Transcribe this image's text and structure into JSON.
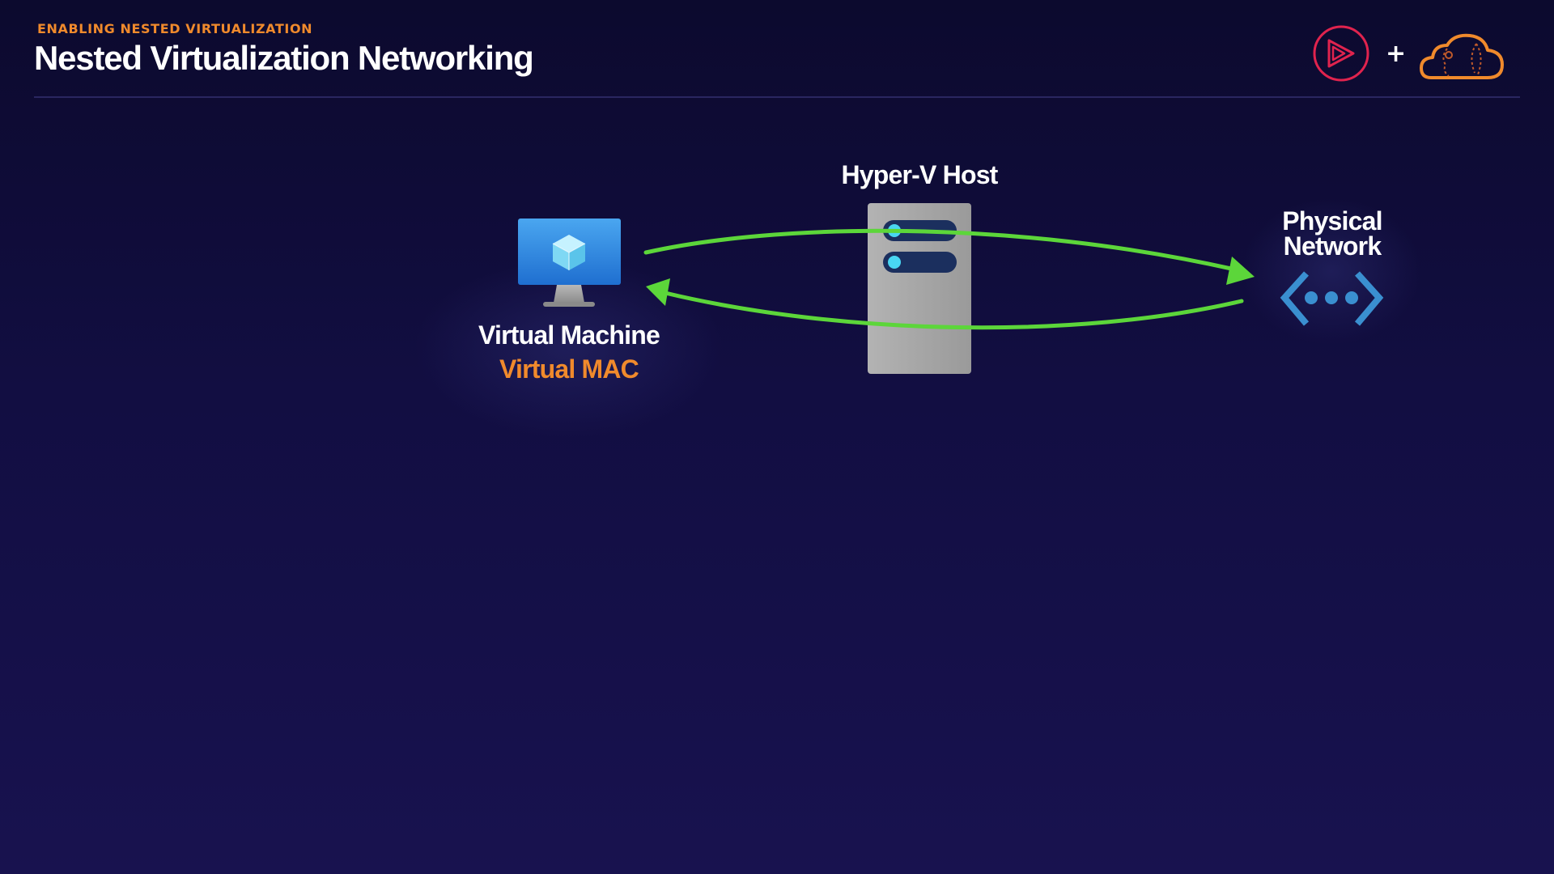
{
  "header": {
    "eyebrow": "ENABLING NESTED VIRTUALIZATION",
    "title": "Nested Virtualization Networking",
    "plus": "+"
  },
  "logos": {
    "left": {
      "icon": "play-logo-icon",
      "color": "#e0234e"
    },
    "right": {
      "icon": "cloud-logo-icon",
      "color": "#f08a2c"
    }
  },
  "diagram": {
    "nodes": {
      "virtual_machine": {
        "label": "Virtual Machine",
        "sublabel": "Virtual MAC",
        "icon": "monitor-cube-icon"
      },
      "hyperv_host": {
        "label": "Hyper-V Host",
        "icon": "server-tower-icon"
      },
      "physical_network": {
        "label": "Physical Network",
        "icon": "network-brackets-icon"
      }
    },
    "edges": [
      {
        "from": "virtual_machine",
        "to": "physical_network",
        "color": "#5cd63a"
      },
      {
        "from": "physical_network",
        "to": "virtual_machine",
        "color": "#5cd63a"
      }
    ]
  },
  "colors": {
    "accent": "#f08a2c",
    "arrow": "#5cd63a",
    "network": "#3a8fd0"
  }
}
